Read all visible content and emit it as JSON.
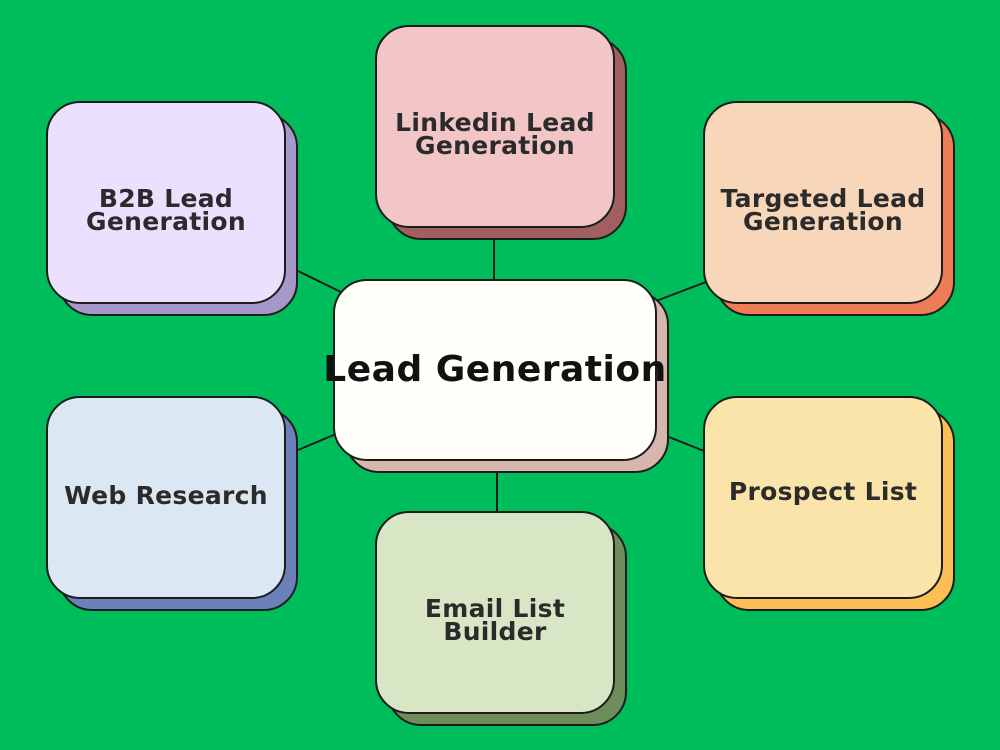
{
  "diagram": {
    "center": {
      "label": "Lead Generation"
    },
    "nodes": [
      {
        "id": "b2b",
        "label": "B2B Lead\nGeneration",
        "fill": "#ece0ff",
        "shadow": "#a699c9"
      },
      {
        "id": "linkedin",
        "label": "Linkedin Lead\nGeneration",
        "fill": "#f2c5c7",
        "shadow": "#a25f5f"
      },
      {
        "id": "targeted",
        "label": "Targeted Lead\nGeneration",
        "fill": "#f8d6b9",
        "shadow": "#ee7d57"
      },
      {
        "id": "web",
        "label": "Web Research",
        "fill": "#dbe7f2",
        "shadow": "#6a82b9"
      },
      {
        "id": "email",
        "label": "Email List\nBuilder",
        "fill": "#d8e6c6",
        "shadow": "#6f8d5b"
      },
      {
        "id": "prospect",
        "label": "Prospect List",
        "fill": "#fbe4a9",
        "shadow": "#fbbf56"
      }
    ],
    "background": "#00bd5c"
  }
}
